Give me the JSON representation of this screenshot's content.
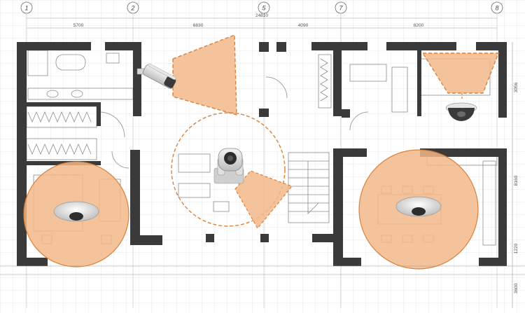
{
  "grid_axes": [
    {
      "label": "1"
    },
    {
      "label": "2"
    },
    {
      "label": "5"
    },
    {
      "label": "7"
    },
    {
      "label": "8"
    }
  ],
  "dimensions": {
    "top_total": "24810",
    "top_spans": [
      "5700",
      "6830",
      "4090",
      "8200"
    ],
    "right_spans": [
      "3056",
      "8160",
      "1220",
      "3600"
    ]
  },
  "cameras": [
    {
      "type": "bullet",
      "name": "bullet-camera"
    },
    {
      "type": "ptz",
      "name": "ptz-camera"
    },
    {
      "type": "dome",
      "name": "dome-camera"
    },
    {
      "type": "fisheye",
      "name": "fisheye-camera-left"
    },
    {
      "type": "fisheye",
      "name": "fisheye-camera-right"
    }
  ],
  "colors": {
    "wall": "#3a3a3a",
    "coverage_fill": "#f2b98a",
    "coverage_stroke": "#d9823b",
    "grid": "#d8d8d8",
    "line": "#8c8c8c"
  }
}
